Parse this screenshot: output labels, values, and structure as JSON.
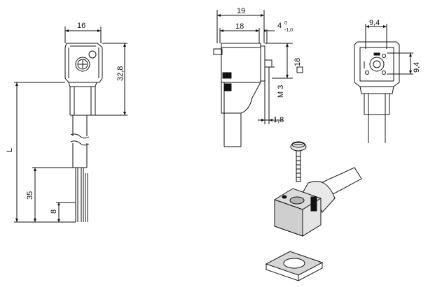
{
  "front_view": {
    "width_label": "16",
    "height_label": "32,8",
    "cable_length_label": "L",
    "strip_label": "35",
    "wire_end_label": "8"
  },
  "side_view": {
    "width_label": "19",
    "inner_width_label": "18",
    "offset_label": "4",
    "tol_upper": "0",
    "tol_lower": "-1,0",
    "height_label": "18",
    "thread_label": "M 3",
    "pin_label": "1,8"
  },
  "end_view": {
    "width_label": "9,4",
    "height_label": "9,4"
  }
}
